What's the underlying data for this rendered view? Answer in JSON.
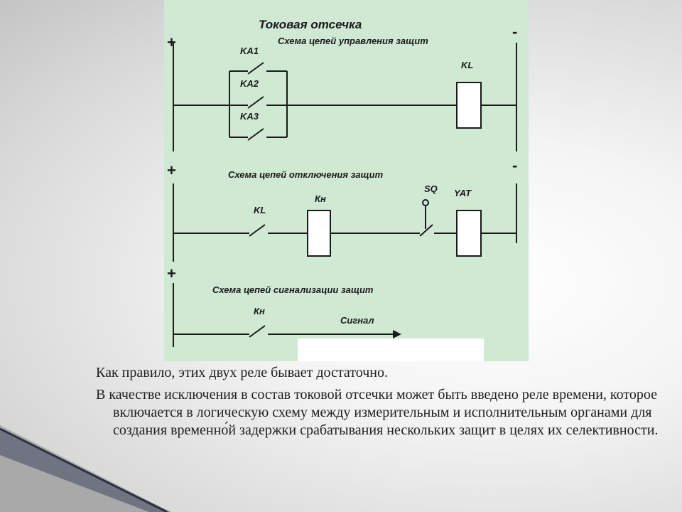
{
  "diagram": {
    "title": "Токовая отсечка",
    "plus_sign": "+",
    "minus_sign": "-",
    "sections": [
      {
        "label": "Схема цепей управления защит",
        "devices": [
          "KA1",
          "KA2",
          "KA3",
          "KL"
        ]
      },
      {
        "label": "Схема цепей отключения защит",
        "devices": [
          "KL",
          "Кн",
          "SQ",
          "YAT"
        ]
      },
      {
        "label": "Схема цепей сигнализации защит",
        "devices": [
          "Кн",
          "Сигнал"
        ]
      }
    ]
  },
  "text": {
    "paragraph1": "Как правило, этих двух реле бывает достаточно.",
    "paragraph2": "В качестве исключения в состав токовой отсечки может быть введено реле времени, которое включается в логическую схему между измерительным и исполнительным органами для создания временно́й задержки срабатывания нескольких защит в целях их селективности."
  }
}
